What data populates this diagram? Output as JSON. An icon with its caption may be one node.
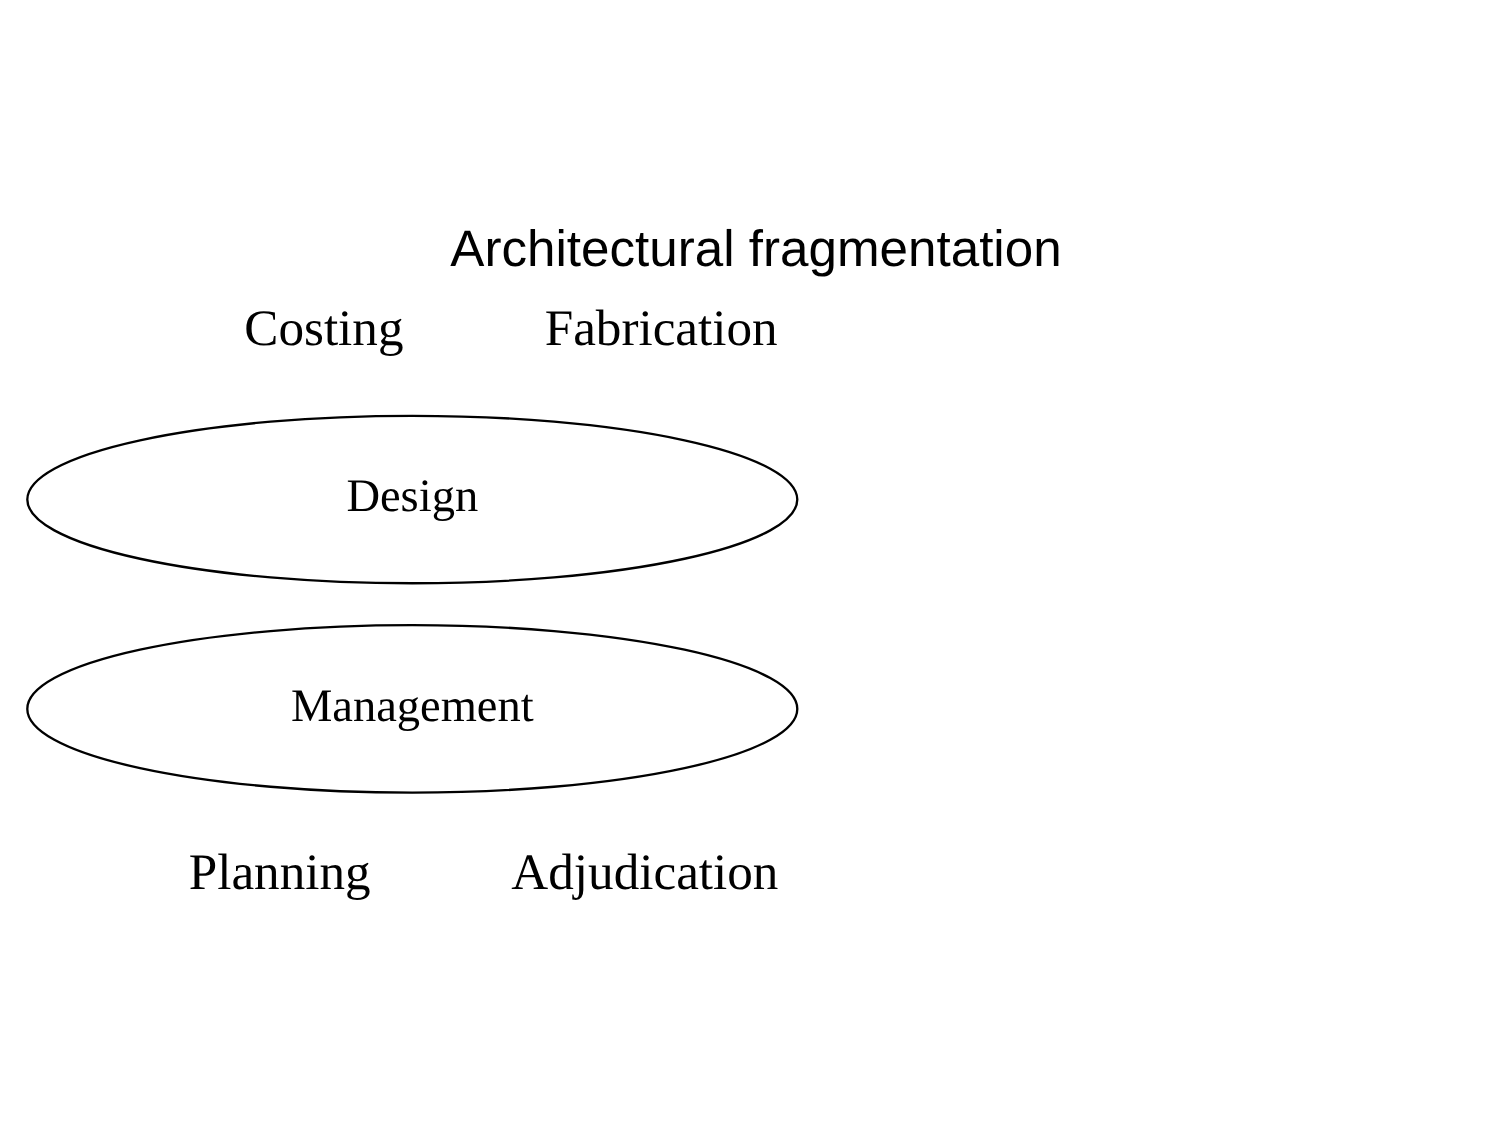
{
  "diagram": {
    "title": "Architectural fragmentation",
    "nodes": [
      {
        "text": [
          "Design"
        ]
      },
      {
        "text": [
          "Management"
        ]
      }
    ],
    "labels": [
      "Costing",
      "Fabrication",
      "Planning",
      "Adjudication"
    ]
  }
}
